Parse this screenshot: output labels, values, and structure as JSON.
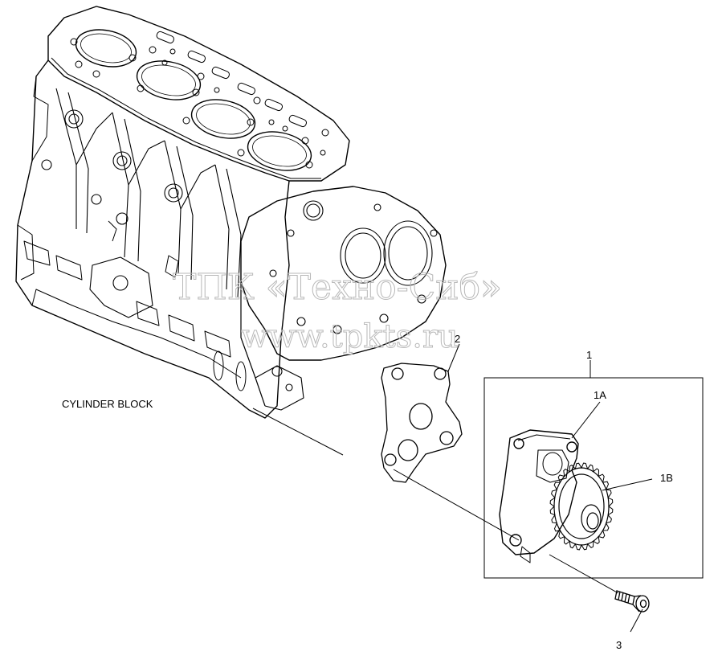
{
  "diagram": {
    "block_label": "CYLINDER BLOCK",
    "callouts": {
      "pump_assembly": "1",
      "pump_body": "1A",
      "pump_gear": "1B",
      "gasket": "2",
      "bolt": "3"
    }
  },
  "watermark": {
    "line1": "ТПК «Техно-Сиб»",
    "line2": "www.tpkts.ru"
  },
  "colors": {
    "line": "#000000",
    "background": "#ffffff",
    "watermark": "#b8b8b8"
  }
}
